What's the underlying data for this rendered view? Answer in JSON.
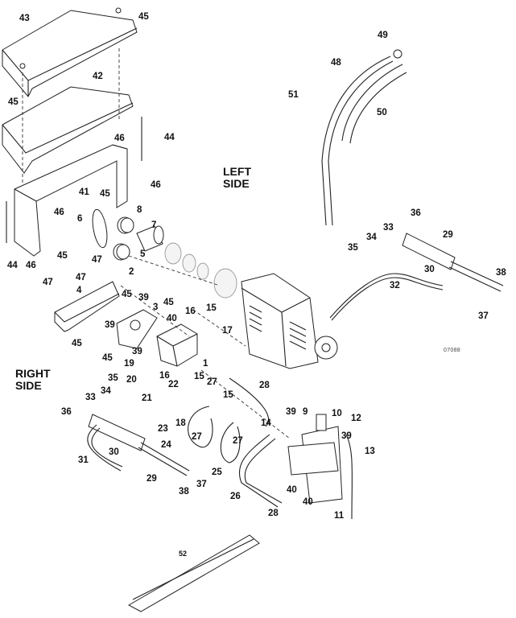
{
  "diagram": {
    "title": "Hydraulic pump and tank assembly exploded view",
    "side_labels": {
      "left": [
        "LEFT",
        "SIDE"
      ],
      "right": [
        "RIGHT",
        "SIDE"
      ]
    },
    "figure_code": "07088",
    "callouts": [
      {
        "id": "c43a",
        "text": "43"
      },
      {
        "id": "c45a",
        "text": "45"
      },
      {
        "id": "c45b",
        "text": "45"
      },
      {
        "id": "c42",
        "text": "42"
      },
      {
        "id": "c44a",
        "text": "44"
      },
      {
        "id": "c46a",
        "text": "46"
      },
      {
        "id": "c46b",
        "text": "46"
      },
      {
        "id": "c41",
        "text": "41"
      },
      {
        "id": "c46c",
        "text": "46"
      },
      {
        "id": "c45c",
        "text": "45"
      },
      {
        "id": "c8",
        "text": "8"
      },
      {
        "id": "c6",
        "text": "6"
      },
      {
        "id": "c7",
        "text": "7"
      },
      {
        "id": "c44b",
        "text": "44"
      },
      {
        "id": "c46d",
        "text": "46"
      },
      {
        "id": "c45d",
        "text": "45"
      },
      {
        "id": "c5",
        "text": "5"
      },
      {
        "id": "c47a",
        "text": "47"
      },
      {
        "id": "c2",
        "text": "2"
      },
      {
        "id": "c47b",
        "text": "47"
      },
      {
        "id": "c47c",
        "text": "47"
      },
      {
        "id": "c4",
        "text": "4"
      },
      {
        "id": "c45e",
        "text": "45"
      },
      {
        "id": "c39a",
        "text": "39"
      },
      {
        "id": "c3",
        "text": "3"
      },
      {
        "id": "c45f",
        "text": "45"
      },
      {
        "id": "c40a",
        "text": "40"
      },
      {
        "id": "c39b",
        "text": "39"
      },
      {
        "id": "c39c",
        "text": "39"
      },
      {
        "id": "c45g",
        "text": "45"
      },
      {
        "id": "c45h",
        "text": "45"
      },
      {
        "id": "c16a",
        "text": "16"
      },
      {
        "id": "c15a",
        "text": "15"
      },
      {
        "id": "c17",
        "text": "17"
      },
      {
        "id": "c1",
        "text": "1"
      },
      {
        "id": "c19",
        "text": "19"
      },
      {
        "id": "c16b",
        "text": "16"
      },
      {
        "id": "c15b",
        "text": "15"
      },
      {
        "id": "c20",
        "text": "20"
      },
      {
        "id": "c22",
        "text": "22"
      },
      {
        "id": "c21",
        "text": "21"
      },
      {
        "id": "c27a",
        "text": "27"
      },
      {
        "id": "c35a",
        "text": "35"
      },
      {
        "id": "c34a",
        "text": "34"
      },
      {
        "id": "c33a",
        "text": "33"
      },
      {
        "id": "c36a",
        "text": "36"
      },
      {
        "id": "c23",
        "text": "23"
      },
      {
        "id": "c18",
        "text": "18"
      },
      {
        "id": "c15c",
        "text": "15"
      },
      {
        "id": "c14",
        "text": "14"
      },
      {
        "id": "c28a",
        "text": "28"
      },
      {
        "id": "c27b",
        "text": "27"
      },
      {
        "id": "c27c",
        "text": "27"
      },
      {
        "id": "c24",
        "text": "24"
      },
      {
        "id": "c25",
        "text": "25"
      },
      {
        "id": "c31",
        "text": "31"
      },
      {
        "id": "c30a",
        "text": "30"
      },
      {
        "id": "c29a",
        "text": "29"
      },
      {
        "id": "c38a",
        "text": "38"
      },
      {
        "id": "c37a",
        "text": "37"
      },
      {
        "id": "c26",
        "text": "26"
      },
      {
        "id": "c39d",
        "text": "39"
      },
      {
        "id": "c9",
        "text": "9"
      },
      {
        "id": "c10",
        "text": "10"
      },
      {
        "id": "c12",
        "text": "12"
      },
      {
        "id": "c39e",
        "text": "39"
      },
      {
        "id": "c13",
        "text": "13"
      },
      {
        "id": "c40b",
        "text": "40"
      },
      {
        "id": "c40c",
        "text": "40"
      },
      {
        "id": "c28b",
        "text": "28"
      },
      {
        "id": "c11",
        "text": "11"
      },
      {
        "id": "c49",
        "text": "49"
      },
      {
        "id": "c48",
        "text": "48"
      },
      {
        "id": "c51",
        "text": "51"
      },
      {
        "id": "c50",
        "text": "50"
      },
      {
        "id": "c36b",
        "text": "36"
      },
      {
        "id": "c33b",
        "text": "33"
      },
      {
        "id": "c34b",
        "text": "34"
      },
      {
        "id": "c35b",
        "text": "35"
      },
      {
        "id": "c29b",
        "text": "29"
      },
      {
        "id": "c30b",
        "text": "30"
      },
      {
        "id": "c32",
        "text": "32"
      },
      {
        "id": "c38b",
        "text": "38"
      },
      {
        "id": "c37b",
        "text": "37"
      },
      {
        "id": "c52",
        "text": "52"
      }
    ]
  }
}
